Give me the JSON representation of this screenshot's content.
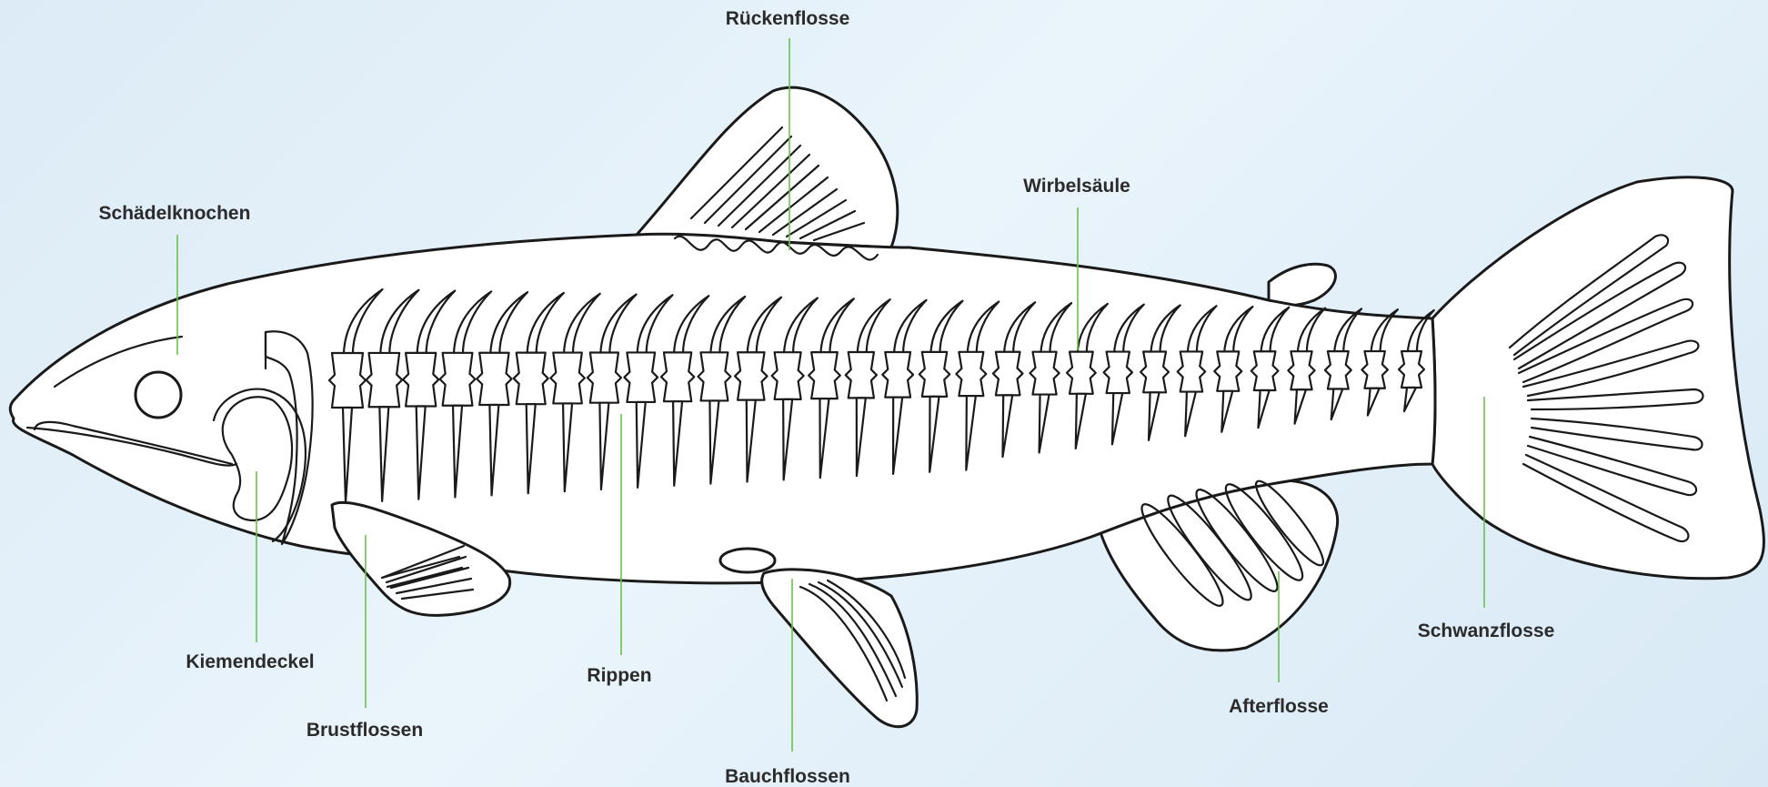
{
  "labels": {
    "rueckenflosse": "Rückenflosse",
    "wirbelsaeule": "Wirbelsäule",
    "schaedelknochen": "Schädelknochen",
    "kiemendeckel": "Kiemendeckel",
    "brustflossen": "Brustflossen",
    "rippen": "Rippen",
    "bauchflossen": "Bauchflossen",
    "afterflosse": "Afterflosse",
    "schwanzflosse": "Schwanzflosse"
  },
  "colors": {
    "leader_line": "#6cc24a",
    "outline": "#1a1a1a",
    "background": "#e3f0f9"
  }
}
